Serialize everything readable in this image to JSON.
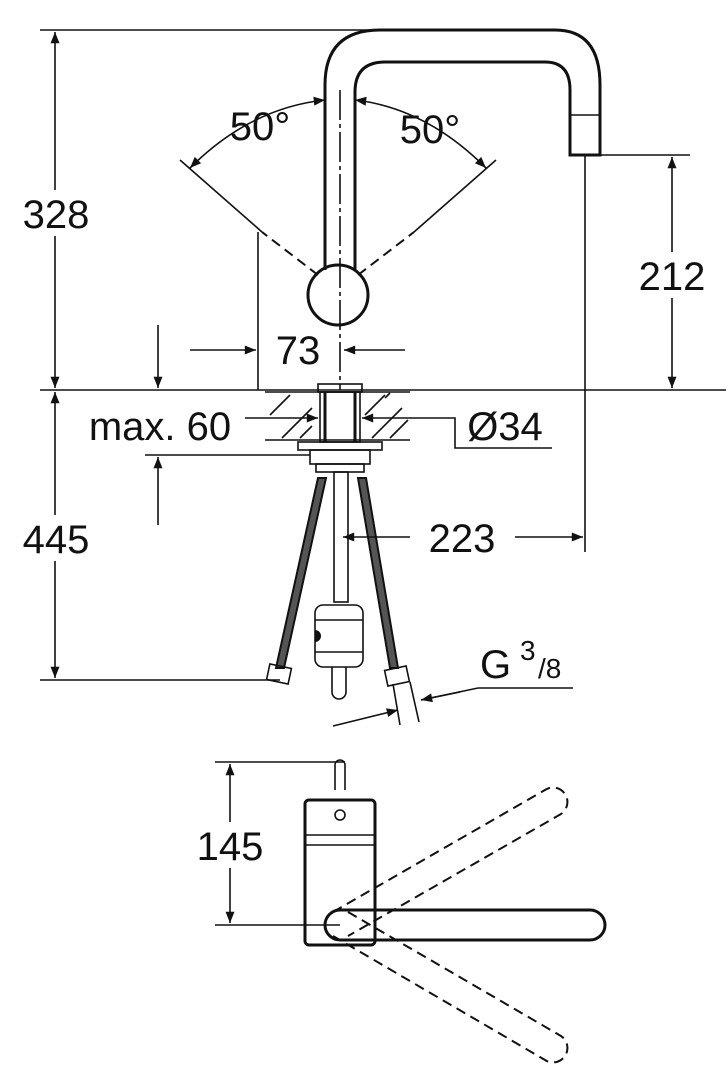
{
  "drawing": {
    "line_color": "#111111",
    "background": "#ffffff",
    "dimensions": {
      "total_height_above_deck": "328",
      "spout_outlet_height": "212",
      "handle_swivel_left": "50°",
      "handle_swivel_right": "50°",
      "handle_offset": "73",
      "max_deck_thickness": "max. 60",
      "mounting_hole": "Ø34",
      "below_deck_length": "445",
      "spout_reach": "223",
      "connection_thread": "G",
      "connection_thread_num": "3",
      "connection_thread_den": "/8",
      "top_view_depth": "145"
    }
  }
}
